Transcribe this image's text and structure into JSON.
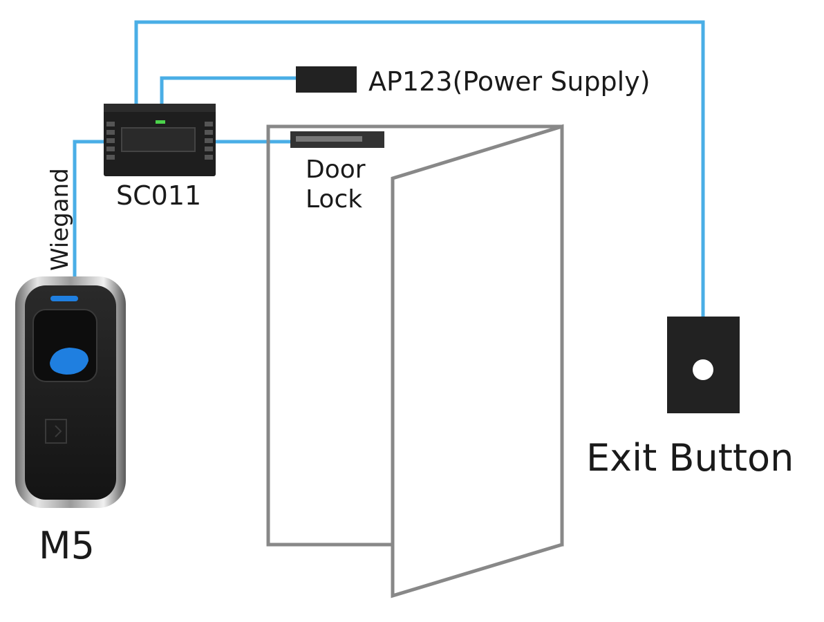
{
  "labels": {
    "power_supply": "AP123(Power Supply)",
    "controller": "SC011",
    "lock_line1": "Door",
    "lock_line2": "Lock",
    "wire": "Wiegand",
    "reader": "M5",
    "exit": "Exit Button"
  },
  "colors": {
    "wire": "#4aaee6",
    "device": "#222222",
    "door": "#888888",
    "reader_accent": "#1f7fe0"
  }
}
